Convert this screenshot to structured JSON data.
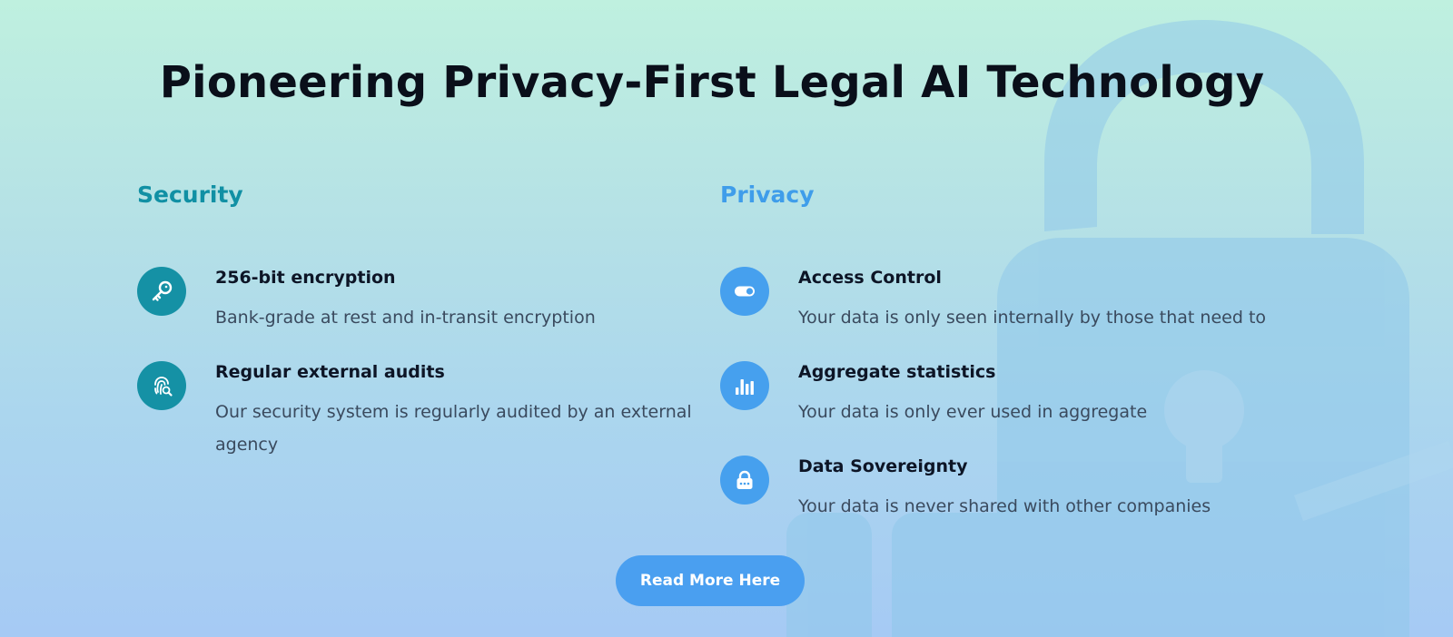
{
  "headline": "Pioneering Privacy-First Legal AI Technology",
  "colors": {
    "security_accent": "#1591a5",
    "privacy_accent": "#46a0ee",
    "button": "#4a9ff0"
  },
  "security": {
    "title": "Security",
    "items": [
      {
        "icon": "key-icon",
        "title": "256-bit encryption",
        "description": "Bank-grade at rest and in-transit encryption"
      },
      {
        "icon": "fingerprint-search-icon",
        "title": "Regular external audits",
        "description": "Our security system is regularly audited by an external agency"
      }
    ]
  },
  "privacy": {
    "title": "Privacy",
    "items": [
      {
        "icon": "toggle-icon",
        "title": "Access Control",
        "description": "Your data is only seen internally by those that need to"
      },
      {
        "icon": "bar-chart-icon",
        "title": "Aggregate statistics",
        "description": "Your data is only ever used in aggregate"
      },
      {
        "icon": "lock-icon",
        "title": "Data Sovereignty",
        "description": "Your data is never shared with other companies"
      }
    ]
  },
  "cta": {
    "label": "Read More Here"
  }
}
